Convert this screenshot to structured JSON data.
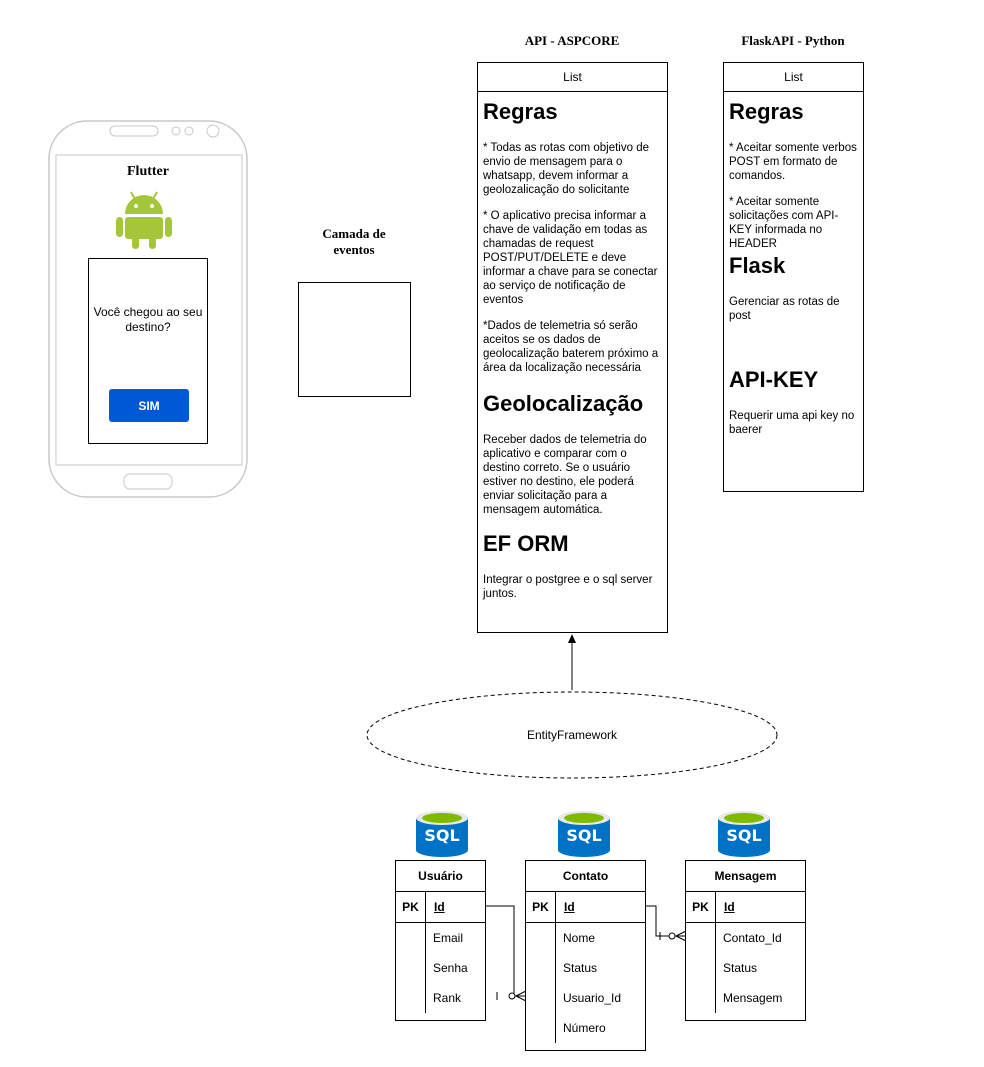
{
  "phone": {
    "title": "Flutter",
    "dialog_text": "Você chegou ao seu destino?",
    "button_label": "SIM",
    "accent_color": "#0057D8"
  },
  "events_layer": {
    "title": "Camada de eventos"
  },
  "api_aspcore": {
    "title": "API - ASPCORE",
    "header": "List",
    "sections": [
      {
        "heading": "Regras",
        "paragraphs": [
          "* Todas as rotas com objetivo de envio de mensagem para o whatsapp, devem informar a geolozalicação do solicitante",
          "* O aplicativo precisa informar a chave de validação em todas as chamadas de request POST/PUT/DELETE e deve informar a chave para se conectar ao serviço de notificação de eventos",
          "*Dados de telemetria só serão aceitos se os dados de geolocalização baterem próximo a área da localização necessária"
        ]
      },
      {
        "heading": "Geolocalização",
        "paragraphs": [
          "Receber dados de telemetria do aplicativo e comparar com o destino correto. Se o usuário estiver no destino, ele poderá enviar solicitação para a mensagem automática."
        ]
      },
      {
        "heading": "EF ORM",
        "paragraphs": [
          "Integrar o postgree e o sql server juntos."
        ]
      }
    ]
  },
  "flask_api": {
    "title": "FlaskAPI - Python",
    "header": "List",
    "sections": [
      {
        "heading": "Regras",
        "paragraphs": [
          "* Aceitar somente verbos POST em formato de comandos.",
          "* Aceitar somente solicitações com API-KEY informada no HEADER"
        ]
      },
      {
        "heading": "Flask",
        "paragraphs": [
          "Gerenciar as rotas de post"
        ]
      },
      {
        "heading": "API-KEY",
        "paragraphs": [
          "Requerir uma api key no baerer"
        ]
      }
    ]
  },
  "entity_framework": {
    "label": "EntityFramework"
  },
  "sql_icon_label": "SQL",
  "tables": [
    {
      "name": "Usuário",
      "pk_label": "PK",
      "pk_field": "Id",
      "fields": [
        "Email",
        "Senha",
        "Rank"
      ]
    },
    {
      "name": "Contato",
      "pk_label": "PK",
      "pk_field": "Id",
      "fields": [
        "Nome",
        "Status",
        "Usuario_Id",
        "Número"
      ]
    },
    {
      "name": "Mensagem",
      "pk_label": "PK",
      "pk_field": "Id",
      "fields": [
        "Contato_Id",
        "Status",
        "Mensagem"
      ]
    }
  ],
  "colors": {
    "android_green": "#A4C639",
    "sql_blue": "#0072C6",
    "sql_top_green": "#7FBA00"
  }
}
